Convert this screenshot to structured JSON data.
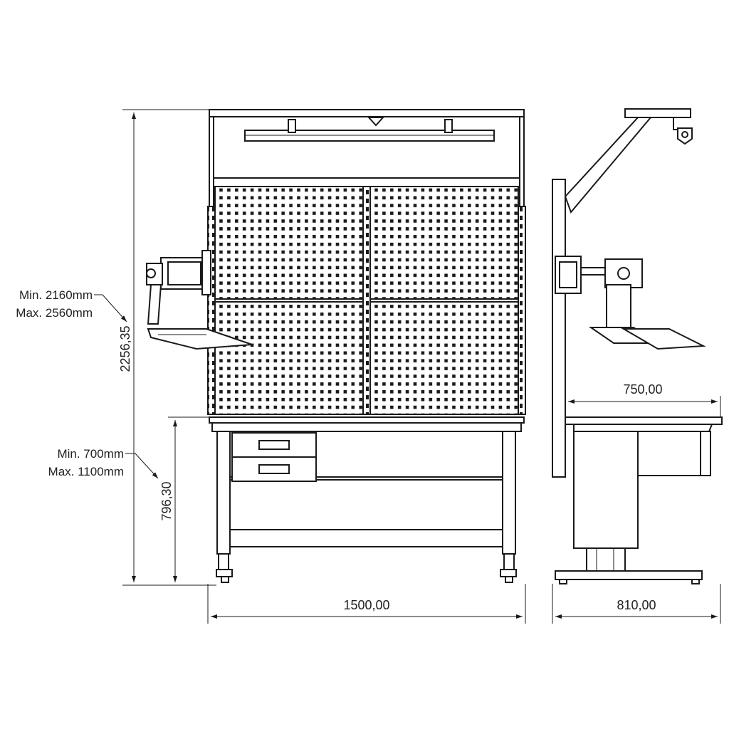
{
  "dimensions": {
    "total_height": "2256,35",
    "height_range_min": "Min. 2160mm",
    "height_range_max": "Max. 2560mm",
    "desk_height": "796,30",
    "desk_range_min": "Min. 700mm",
    "desk_range_max": "Max. 1100mm",
    "width": "1500,00",
    "depth": "810,00",
    "depth_top": "750,00"
  }
}
